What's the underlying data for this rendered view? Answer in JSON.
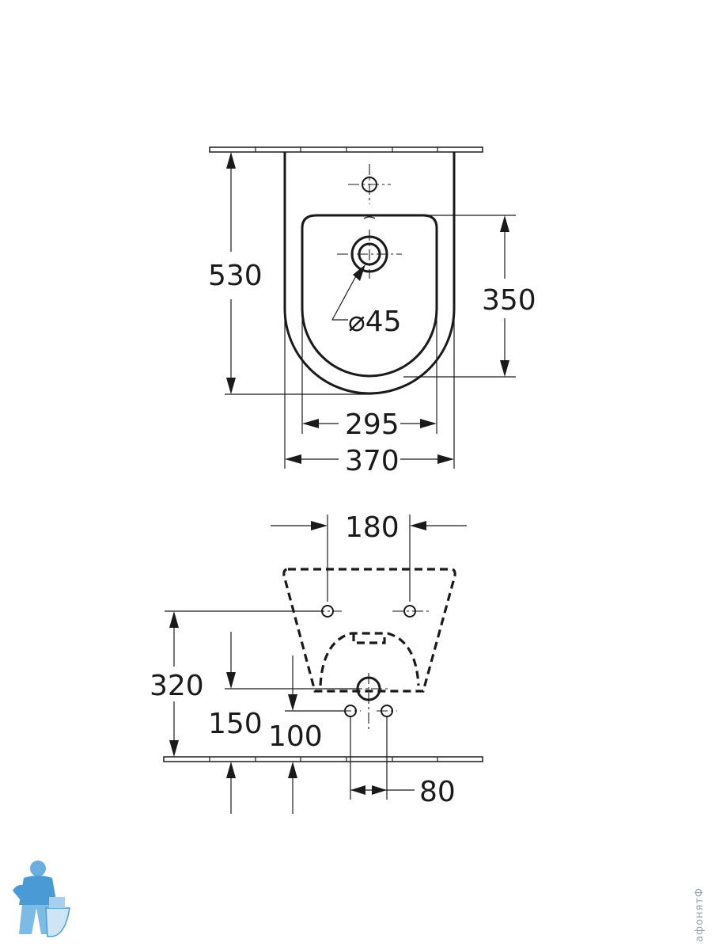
{
  "top_view": {
    "dim_height": "530",
    "dim_bowl_depth": "350",
    "dim_bowl_width": "295",
    "dim_overall_width": "370",
    "dim_tap_hole": "⌀45"
  },
  "rear_view": {
    "dim_fixing_spacing": "180",
    "dim_fixing_height": "320",
    "dim_supply_height": "150",
    "dim_waste_height": "100",
    "dim_supply_spacing": "80"
  },
  "watermark": {
    "text": "афонятФ"
  },
  "colors": {
    "line": "#1a1a1a",
    "logo": "#4a9ad6"
  }
}
